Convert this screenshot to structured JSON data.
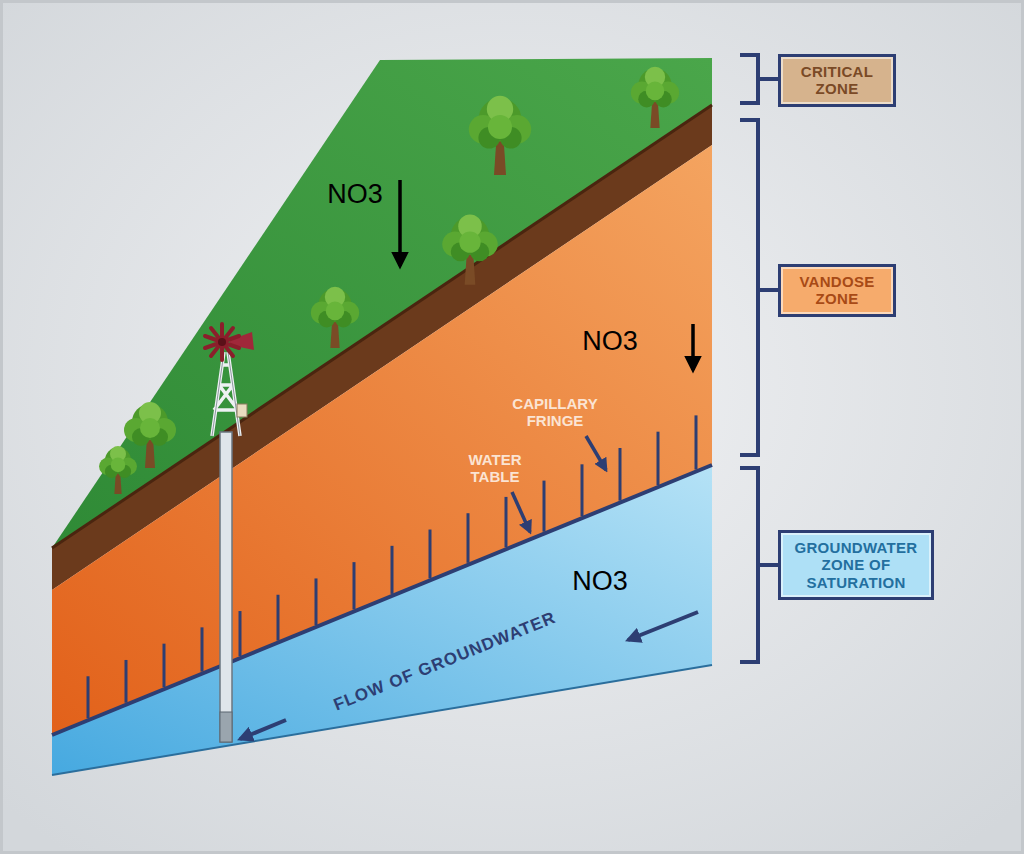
{
  "diagram": {
    "nodes": [
      {
        "text": [
          "CRITICAL ZONE"
        ]
      },
      {
        "text": [
          "VANDOSE ZONE"
        ]
      },
      {
        "text": [
          "GROUNDWATER ZONE OF SATURATION"
        ]
      }
    ],
    "labels": [
      "NO3",
      "NO3",
      "CAPILLARY FRINGE",
      "WATER TABLE",
      "NO3",
      "FLOW OF GROUNDWATER"
    ]
  }
}
